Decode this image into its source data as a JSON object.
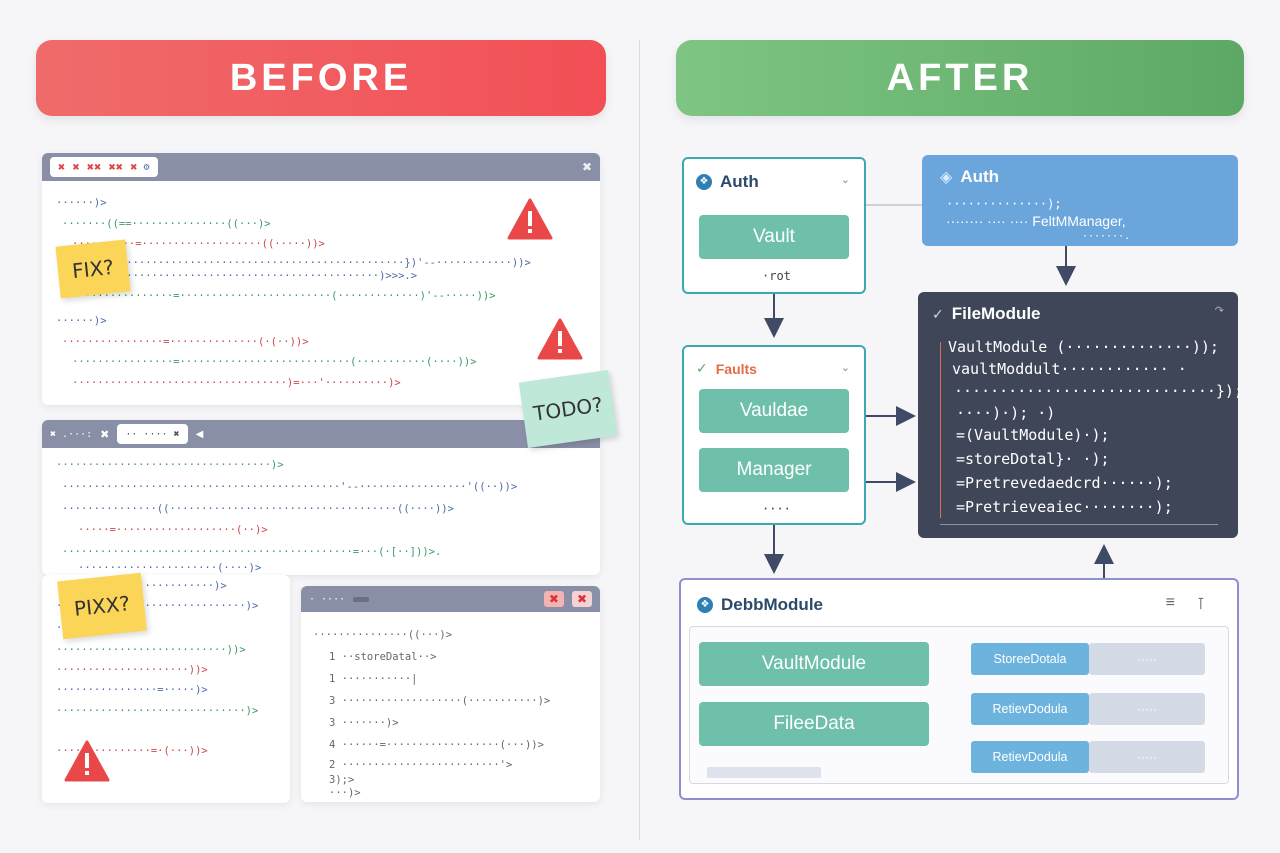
{
  "headers": {
    "before": "BEFORE",
    "after": "AFTER"
  },
  "before": {
    "win1": {
      "tabs": [
        "✖ ✖ ✖✖ ✖✖ ✖",
        "✖"
      ],
      "lines": [
        "······)>",
        "  ·······((==···············((···)>",
        "       ··········=···················((·····))>",
        "         ···················································})'--············))>",
        "            ···············································)>>>.>",
        "  ················=························(·············)'--·····))>",
        "······)>",
        "  ················=··············(·(··))>",
        "  ················=···························(···········(····))>",
        "  ··································)=···'··········)>"
      ]
    },
    "win2": {
      "tabs": [
        "✖ .···:",
        "✖",
        "·· ····",
        "✖"
      ],
      "lines": [
        "··································)>",
        "   ············································'--·················'((··))>",
        "   ···············((····································((····))>",
        "     ·····=···················(··)>",
        "   ··············································=···(·[··]))>.",
        "     ······················(····)>"
      ]
    },
    "win3": {
      "lines": [
        "  ·························)>",
        "    ······························)>",
        "       ····)>",
        "   ···························))>",
        "     ·····················))>",
        "  ················=·····)>",
        "  ······························)>",
        "     ···············=·(···))>"
      ]
    },
    "win4": {
      "title": "· ····",
      "lines": [
        "···············((···)>",
        "1  ··storeDatal··>",
        "1     ···········|",
        "3     ···················(···········)>",
        "3     ·······)>",
        "4     ······=··················(···))>",
        "2     ·························'>",
        "3);>",
        "···)>"
      ]
    },
    "stickies": {
      "fix1": "FIX?",
      "todo": "TODO?",
      "fix2": "PIXX?"
    }
  },
  "after": {
    "auth_left": {
      "title": "Auth",
      "vault": "Vault",
      "foot": "·rot"
    },
    "auth_right": {
      "title": "Auth",
      "lines": [
        "··············);",
        "········ ···· ···· FeltMManager,",
        "·······."
      ]
    },
    "faults": {
      "title": "Faults",
      "vaultdae": "Vauldae",
      "manager": "Manager",
      "foot": "····"
    },
    "filemodule": {
      "title": "FileModule",
      "lines": [
        "VaultModule (··············));",
        "  vaultModdult············ ·",
        "    ·····························});",
        "   ····)·);     ·)",
        "    =(VaultModule)·);",
        "     =storeDotal}·  ·);",
        "     =Pretrevedaedcrd······);",
        "     =Pretrieveaiec········);"
      ]
    },
    "debbmodule": {
      "title": "DebbModule",
      "left": [
        "VaultModule",
        "FileeData"
      ],
      "rows": [
        {
          "name": "StoreeDotala",
          "cell": "·····"
        },
        {
          "name": "RetievDodula",
          "cell": "·····"
        },
        {
          "name": "RetievDodula",
          "cell": "·····"
        }
      ]
    }
  },
  "colors": {
    "before_red": "#f24f55",
    "after_green": "#5ea866",
    "teal_border": "#3aaab0",
    "teal_box": "#6ec0aa",
    "blue_panel": "#6aa6dc",
    "dark_panel": "#3e4658",
    "purple_border": "#8f8fd0",
    "warning_red": "#ea4848",
    "sticky_yellow": "#fbd558",
    "sticky_teal": "#bfe8d9"
  }
}
